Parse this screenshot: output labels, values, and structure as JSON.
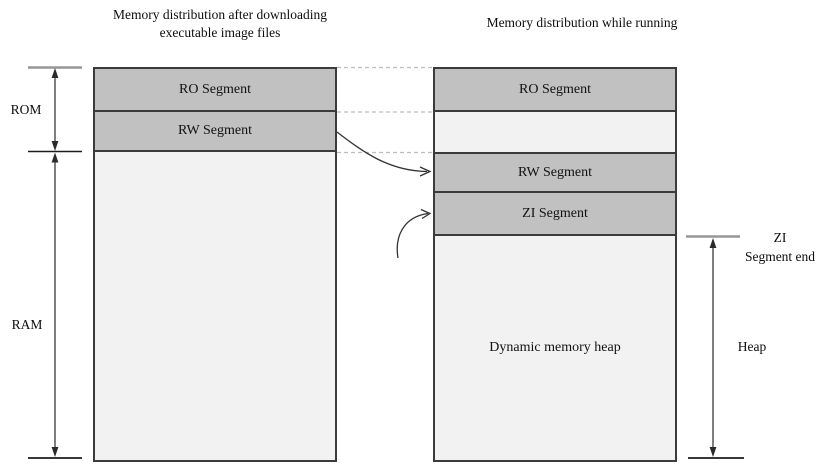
{
  "titles": {
    "left": "Memory distribution after downloading executable image files",
    "right": "Memory distribution while running"
  },
  "left_column": {
    "segments": [
      {
        "label": "RO Segment",
        "fill": "gray"
      },
      {
        "label": "RW Segment",
        "fill": "gray"
      },
      {
        "label": "",
        "fill": "light"
      }
    ]
  },
  "right_column": {
    "segments": [
      {
        "label": "RO Segment",
        "fill": "gray"
      },
      {
        "label": "",
        "fill": "light"
      },
      {
        "label": "RW Segment",
        "fill": "gray"
      },
      {
        "label": "ZI Segment",
        "fill": "gray"
      },
      {
        "label": "Dynamic memory heap",
        "fill": "light"
      }
    ]
  },
  "side_labels": {
    "rom": "ROM",
    "ram": "RAM",
    "zi_end_line1": "ZI",
    "zi_end_line2": "Segment end",
    "heap": "Heap"
  },
  "colors": {
    "segment_gray": "#c1c1c1",
    "segment_light": "#f2f2f2",
    "box_border": "#3b3b3b",
    "dashed_connector": "#bdbdbd",
    "arrow": "#2a2a2a",
    "gray_tick": "#969696"
  }
}
